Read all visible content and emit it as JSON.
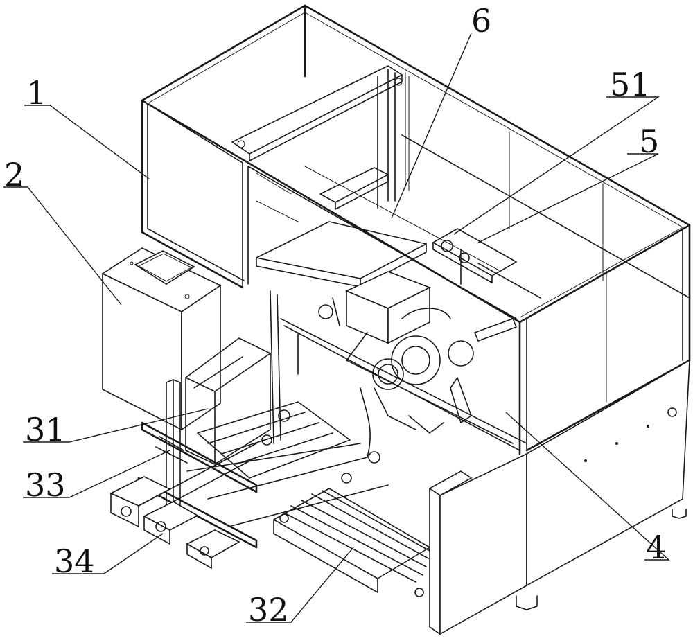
{
  "labels": [
    {
      "id": "1",
      "text": "1"
    },
    {
      "id": "2",
      "text": "2"
    },
    {
      "id": "6",
      "text": "6"
    },
    {
      "id": "51",
      "text": "51"
    },
    {
      "id": "5",
      "text": "5"
    },
    {
      "id": "31",
      "text": "31"
    },
    {
      "id": "33",
      "text": "33"
    },
    {
      "id": "34",
      "text": "34"
    },
    {
      "id": "32",
      "text": "32"
    },
    {
      "id": "4",
      "text": "4"
    }
  ]
}
